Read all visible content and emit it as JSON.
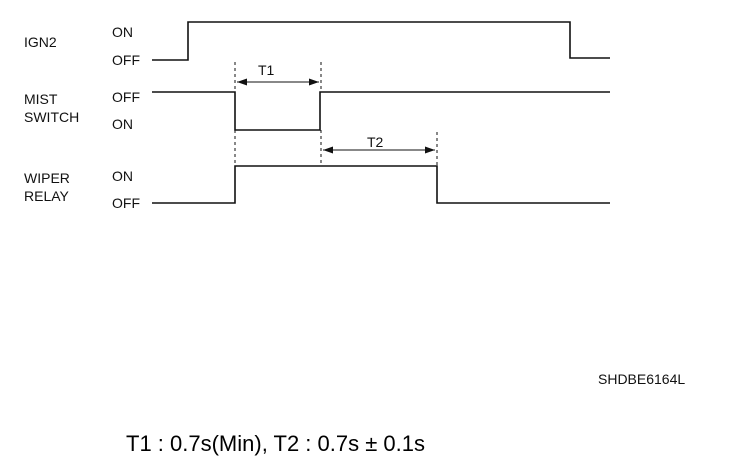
{
  "signals": [
    {
      "name_lines": [
        "IGN2"
      ],
      "high_label": "ON",
      "low_label": "OFF"
    },
    {
      "name_lines": [
        "MIST",
        "SWITCH"
      ],
      "high_label": "OFF",
      "low_label": "ON"
    },
    {
      "name_lines": [
        "WIPER",
        "RELAY"
      ],
      "high_label": "ON",
      "low_label": "OFF"
    }
  ],
  "intervals": [
    {
      "label": "T1"
    },
    {
      "label": "T2"
    }
  ],
  "figure_code": "SHDBE6164L",
  "note": "T1 : 0.7s(Min), T2 : 0.7s ± 0.1s"
}
